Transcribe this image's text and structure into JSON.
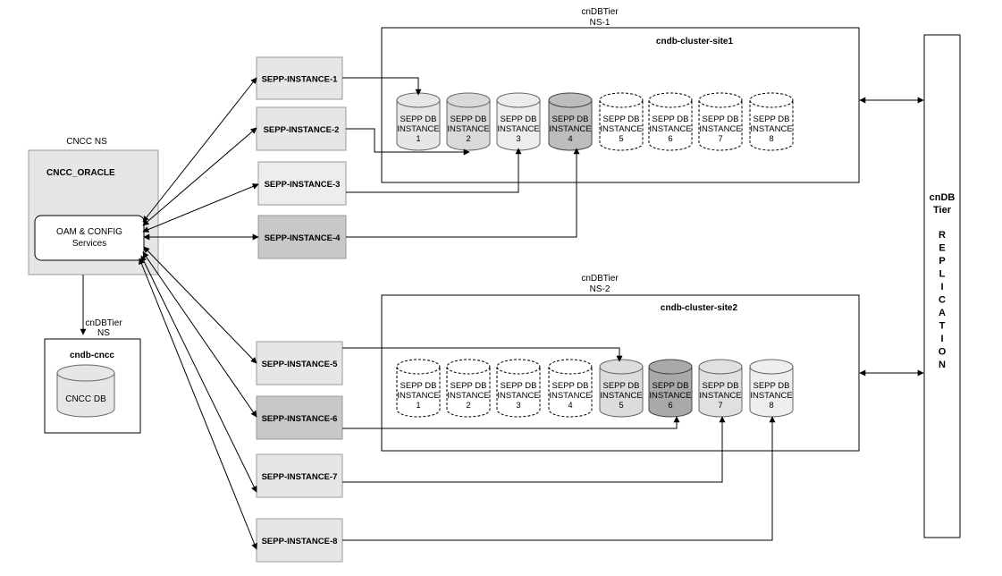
{
  "cncc": {
    "ns_label": "CNCC NS",
    "title": "CNCC_ORACLE",
    "services_line1": "OAM & CONFIG",
    "services_line2": "Services"
  },
  "cncc_db": {
    "ns_line1": "cnDBTier",
    "ns_line2": "NS",
    "title": "cndb-cncc",
    "db_label": "CNCC DB"
  },
  "site1": {
    "ns_line1": "cnDBTier",
    "ns_line2": "NS-1",
    "title": "cndb-cluster-site1",
    "dbs": [
      {
        "line1": "SEPP DB",
        "line2": "INSTANCE",
        "num": "1"
      },
      {
        "line1": "SEPP DB",
        "line2": "INSTANCE",
        "num": "2"
      },
      {
        "line1": "SEPP DB",
        "line2": "INSTANCE",
        "num": "3"
      },
      {
        "line1": "SEPP DB",
        "line2": "INSTANCE",
        "num": "4"
      },
      {
        "line1": "SEPP DB",
        "line2": "INSTANCE",
        "num": "5"
      },
      {
        "line1": "SEPP DB",
        "line2": "INSTANCE",
        "num": "6"
      },
      {
        "line1": "SEPP DB",
        "line2": "INSTANCE",
        "num": "7"
      },
      {
        "line1": "SEPP DB",
        "line2": "INSTANCE",
        "num": "8"
      }
    ]
  },
  "site2": {
    "ns_line1": "cnDBTier",
    "ns_line2": "NS-2",
    "title": "cndb-cluster-site2",
    "dbs": [
      {
        "line1": "SEPP DB",
        "line2": "INSTANCE",
        "num": "1"
      },
      {
        "line1": "SEPP DB",
        "line2": "INSTANCE",
        "num": "2"
      },
      {
        "line1": "SEPP DB",
        "line2": "INSTANCE",
        "num": "3"
      },
      {
        "line1": "SEPP DB",
        "line2": "INSTANCE",
        "num": "4"
      },
      {
        "line1": "SEPP DB",
        "line2": "INSTANCE",
        "num": "5"
      },
      {
        "line1": "SEPP DB",
        "line2": "INSTANCE",
        "num": "6"
      },
      {
        "line1": "SEPP DB",
        "line2": "INSTANCE",
        "num": "7"
      },
      {
        "line1": "SEPP DB",
        "line2": "INSTANCE",
        "num": "8"
      }
    ]
  },
  "instances": [
    {
      "label": "SEPP-INSTANCE-1"
    },
    {
      "label": "SEPP-INSTANCE-2"
    },
    {
      "label": "SEPP-INSTANCE-3"
    },
    {
      "label": "SEPP-INSTANCE-4"
    },
    {
      "label": "SEPP-INSTANCE-5"
    },
    {
      "label": "SEPP-INSTANCE-6"
    },
    {
      "label": "SEPP-INSTANCE-7"
    },
    {
      "label": "SEPP-INSTANCE-8"
    }
  ],
  "replication": {
    "title_line1": "cnDB",
    "title_line2": "Tier",
    "letters": [
      "R",
      "E",
      "P",
      "L",
      "I",
      "C",
      "A",
      "T",
      "I",
      "O",
      "N"
    ]
  }
}
